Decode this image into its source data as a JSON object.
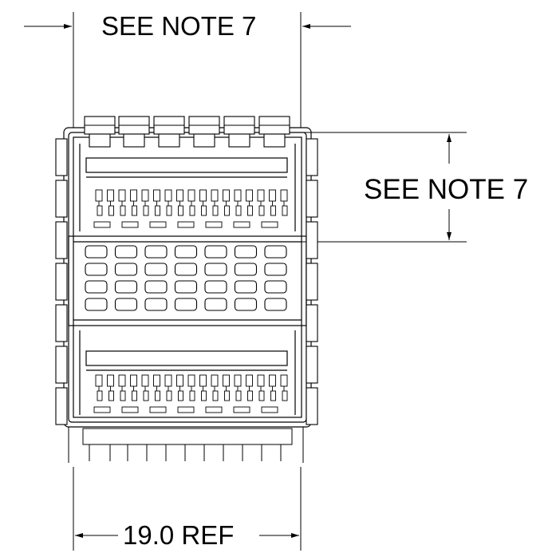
{
  "drawing": {
    "top_dimension_label": "SEE NOTE 7",
    "right_dimension_label": "SEE NOTE 7",
    "bottom_dimension_label": "19.0 REF"
  },
  "colors": {
    "ink": "#000000",
    "paper": "#ffffff"
  }
}
